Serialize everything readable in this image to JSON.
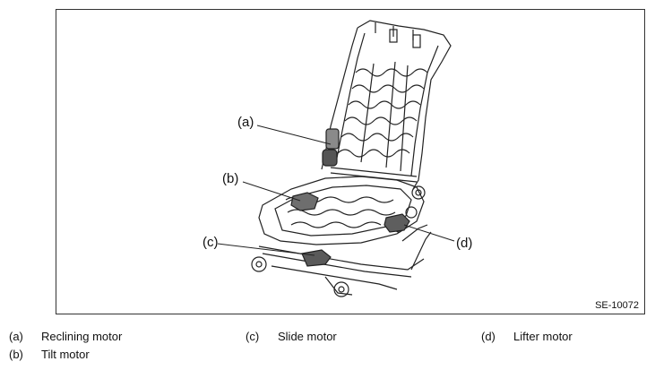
{
  "figure": {
    "id": "SE-10072",
    "callouts": {
      "a": "(a)",
      "b": "(b)",
      "c": "(c)",
      "d": "(d)"
    }
  },
  "legend": [
    {
      "code": "(a)",
      "label": "Reclining motor"
    },
    {
      "code": "(b)",
      "label": "Tilt motor"
    },
    {
      "code": "(c)",
      "label": "Slide motor"
    },
    {
      "code": "(d)",
      "label": "Lifter motor"
    }
  ]
}
